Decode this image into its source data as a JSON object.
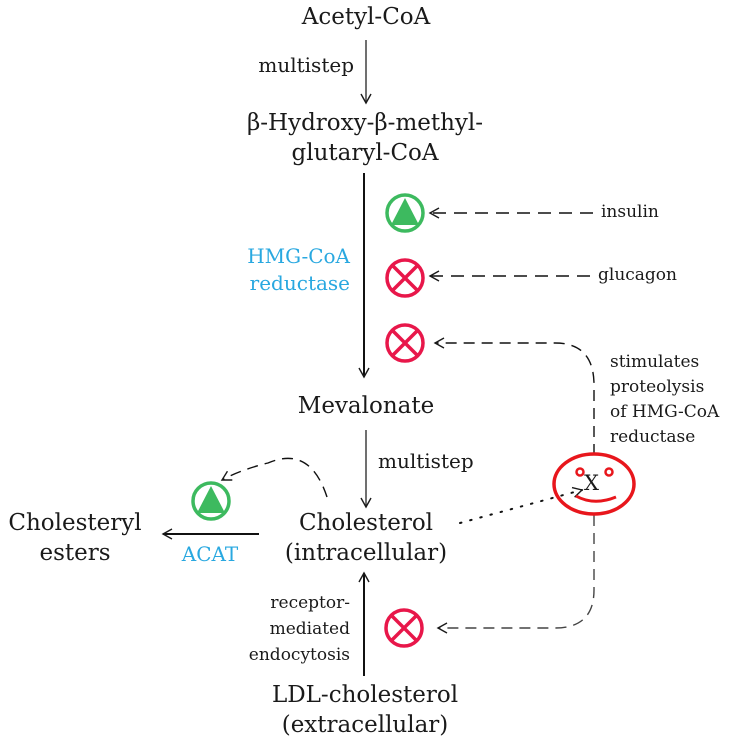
{
  "colors": {
    "activator": "#3dba5f",
    "inhibitor": "#e8174a",
    "enzyme_label": "#29a8e0",
    "smiley": "#e8161c",
    "text": "#1a1a1a"
  },
  "metabolites": {
    "acetyl_coa": "Acetyl-CoA",
    "hmg_coa_line1": "β-Hydroxy-β-methyl-",
    "hmg_coa_line2": "glutaryl-CoA",
    "mevalonate": "Mevalonate",
    "cholesterol_line1": "Cholesterol",
    "cholesterol_line2": "(intracellular)",
    "cholesteryl_esters_line1": "Cholesteryl",
    "cholesteryl_esters_line2": "esters",
    "ldl_line1": "LDL-cholesterol",
    "ldl_line2": "(extracellular)"
  },
  "steps": {
    "step1": "multistep",
    "step3": "multistep",
    "enzyme_hmg_line1": "HMG-CoA",
    "enzyme_hmg_line2": "reductase",
    "enzyme_acat": "ACAT",
    "endocytosis_line1": "receptor-",
    "endocytosis_line2": "mediated",
    "endocytosis_line3": "endocytosis"
  },
  "regulators": {
    "insulin": "insulin",
    "glucagon": "glucagon",
    "x_symbol": "X",
    "x_note_line1": "stimulates",
    "x_note_line2": "proteolysis",
    "x_note_line3": "of HMG-CoA",
    "x_note_line4": "reductase"
  },
  "regulation_markers": [
    {
      "target": "HMG-CoA reductase",
      "source": "insulin",
      "effect": "activate",
      "icon": "activator-icon"
    },
    {
      "target": "HMG-CoA reductase",
      "source": "glucagon",
      "effect": "inhibit",
      "icon": "inhibitor-icon"
    },
    {
      "target": "HMG-CoA reductase",
      "source": "X",
      "effect": "inhibit",
      "icon": "inhibitor-icon"
    },
    {
      "target": "ACAT",
      "source": "Cholesterol",
      "effect": "activate",
      "icon": "activator-icon"
    },
    {
      "target": "receptor-mediated endocytosis",
      "source": "X",
      "effect": "inhibit",
      "icon": "inhibitor-icon"
    }
  ]
}
